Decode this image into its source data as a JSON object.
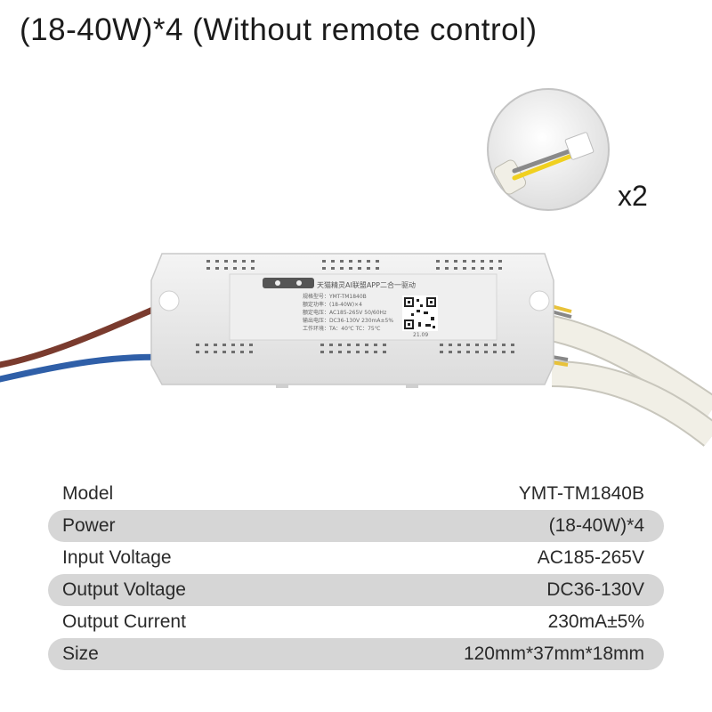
{
  "headline": "(18-40W)*4 (Without remote control)",
  "inset_quantity": "x2",
  "label_text": {
    "brand_line": "天猫精灵AI联盟APP二合一驱动",
    "model_line": "规格型号：YMT-TM1840B",
    "power_line": "额定功率：(18-40W)×4",
    "input_line": "额定电压：AC185-265V 50/60Hz",
    "output_line": "输出电压：DC36-130V 230mA±5%",
    "env_line": "工作环境：TA：40℃ TC：75℃",
    "date": "21.09"
  },
  "specs": [
    {
      "label": "Model",
      "value": "YMT-TM1840B"
    },
    {
      "label": "Power",
      "value": "(18-40W)*4"
    },
    {
      "label": "Input Voltage",
      "value": "AC185-265V"
    },
    {
      "label": "Output Voltage",
      "value": "DC36-130V"
    },
    {
      "label": "Output Current",
      "value": "230mA±5%"
    },
    {
      "label": "Size",
      "value": "120mm*37mm*18mm"
    }
  ],
  "colors": {
    "row_shade": "#d6d6d6",
    "driver_body": "#ececec",
    "brown_wire": "#7a3b2e",
    "blue_wire": "#2f5fa8",
    "sleeve": "#f1efe6"
  }
}
